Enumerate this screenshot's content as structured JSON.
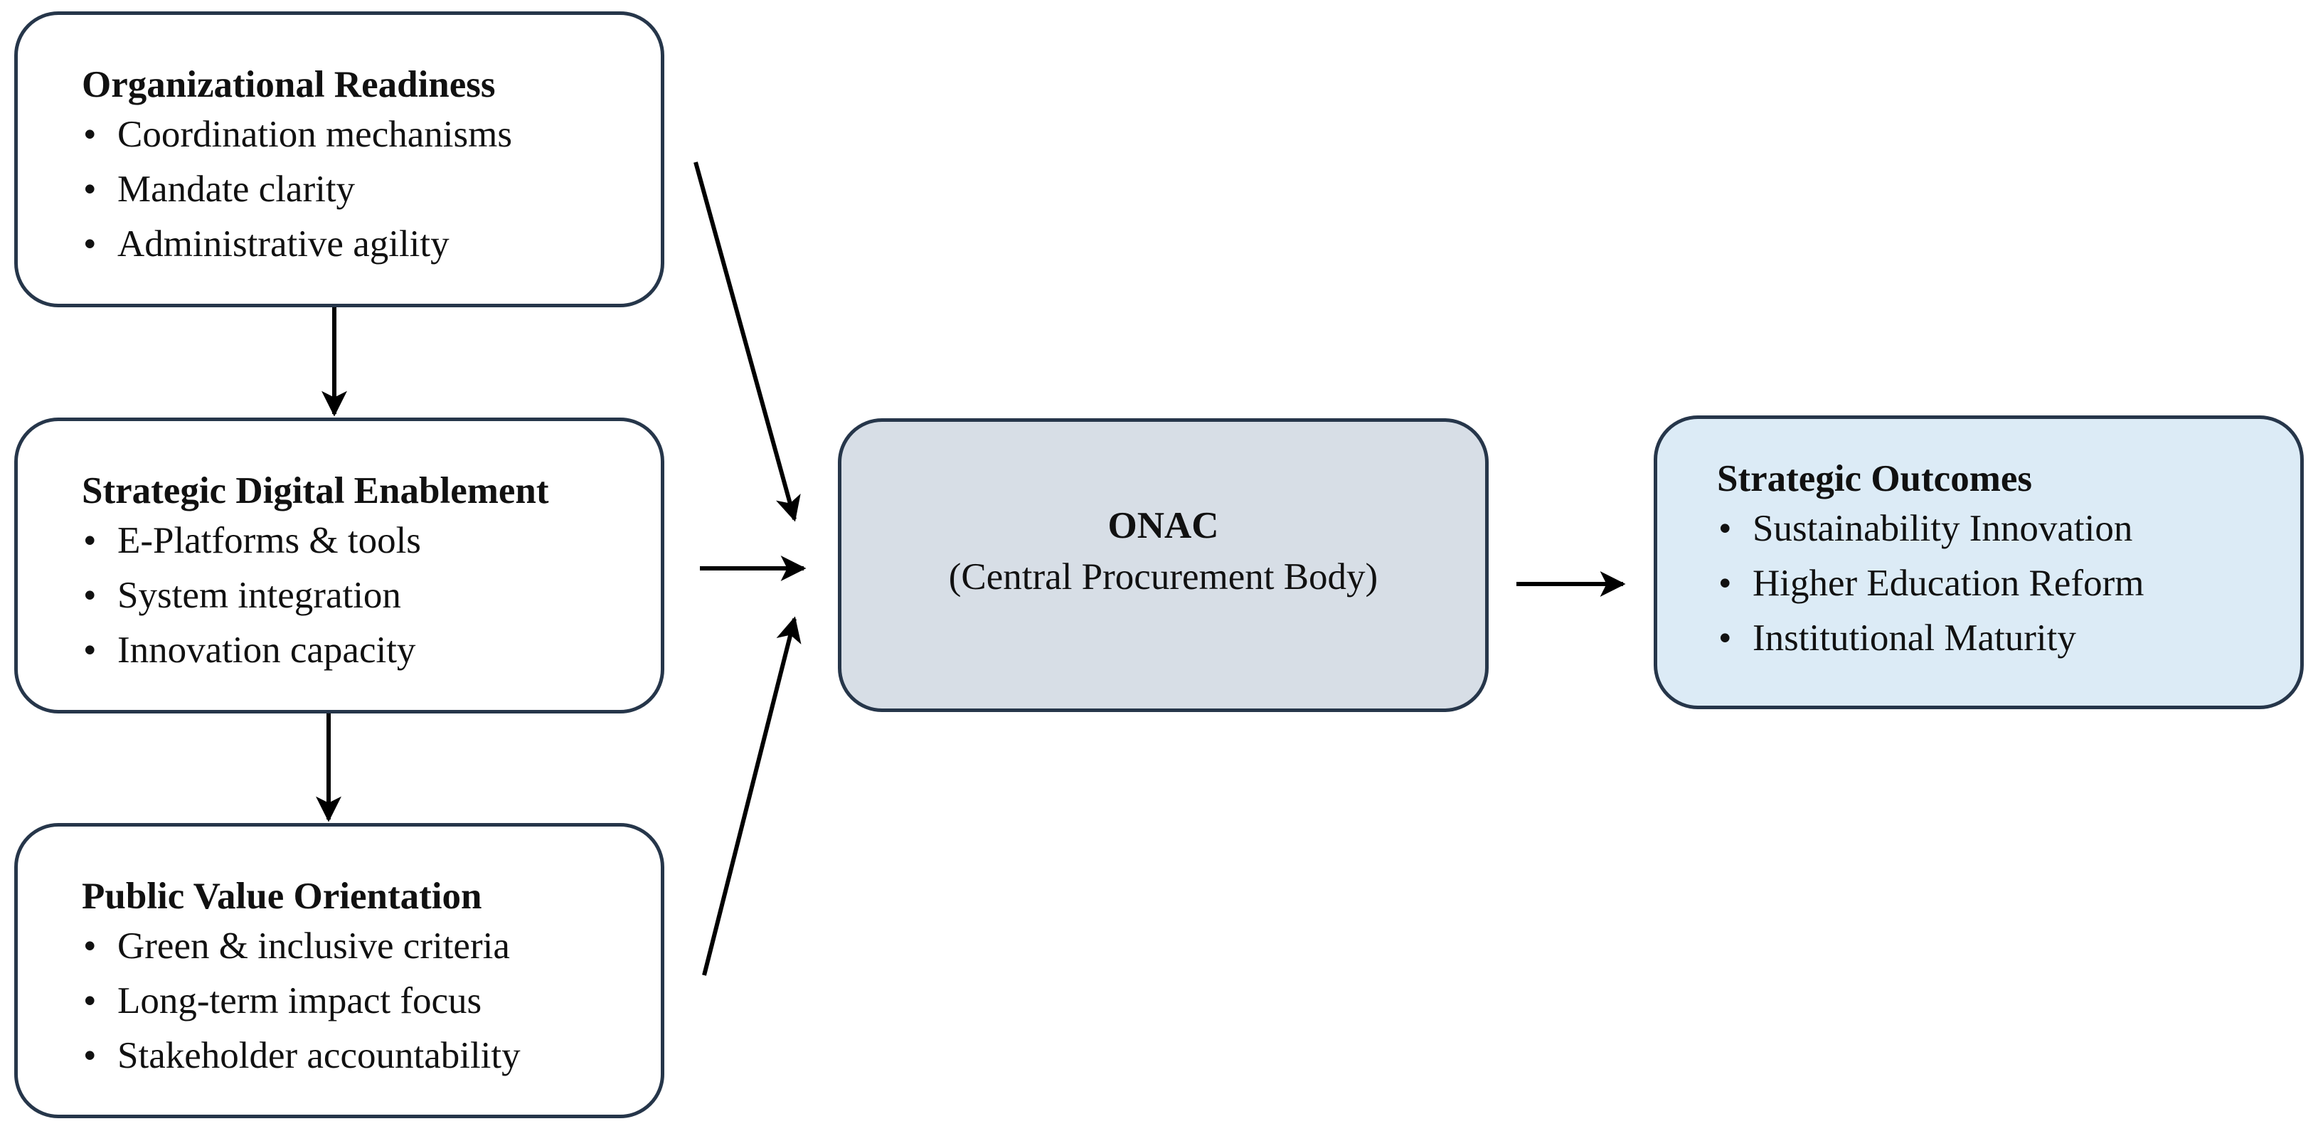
{
  "boxes": {
    "organizational": {
      "title": "Organizational Readiness",
      "items": [
        "Coordination mechanisms",
        "Mandate clarity",
        "Administrative agility"
      ]
    },
    "digital": {
      "title": "Strategic Digital Enablement",
      "items": [
        "E-Platforms & tools",
        "System integration",
        "Innovation capacity"
      ]
    },
    "public_value": {
      "title": "Public Value Orientation",
      "items": [
        "Green & inclusive criteria",
        "Long-term impact focus",
        "Stakeholder accountability"
      ]
    },
    "onac": {
      "title": "ONAC",
      "subtitle": "(Central Procurement Body)"
    },
    "outcomes": {
      "title": "Strategic Outcomes",
      "items": [
        "Sustainability Innovation",
        "Higher Education Reform",
        "Institutional Maturity"
      ]
    }
  },
  "colors": {
    "box_border": "#26364a",
    "onac_fill": "#d7dee6",
    "outcomes_fill": "#dcebf6",
    "arrow": "#000000"
  }
}
